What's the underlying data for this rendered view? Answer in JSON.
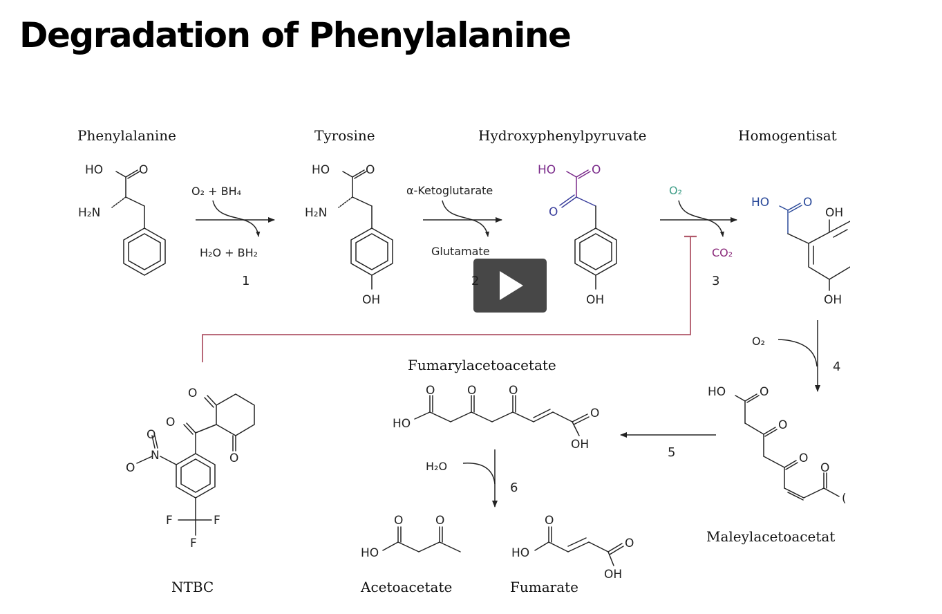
{
  "title": "Degradation of Phenylalanine",
  "compounds": {
    "phenylalanine": "Phenylalanine",
    "tyrosine": "Tyrosine",
    "hydroxyphenylpyruvate": "Hydroxyphenylpyruvate",
    "homogentisate": "Homogentisat",
    "maleylacetoacetate": "Maleylacetoacetat",
    "fumarylacetoacetate": "Fumarylacetoacetate",
    "acetoacetate": "Acetoacetate",
    "fumarate": "Fumarate",
    "ntbc": "NTBC"
  },
  "reactions": {
    "r1": {
      "number": "1",
      "input": "O₂ + BH₄",
      "output": "H₂O + BH₂"
    },
    "r2": {
      "number": "2",
      "input": "α-Ketoglutarate",
      "output": "Glutamate"
    },
    "r3": {
      "number": "3",
      "input": "O₂",
      "output": "CO₂"
    },
    "r4": {
      "number": "4",
      "input": "O₂"
    },
    "r5": {
      "number": "5"
    },
    "r6": {
      "number": "6",
      "input": "H₂O"
    }
  },
  "atoms": {
    "ho": "HO",
    "oh": "OH",
    "o": "O",
    "h2n": "H₂N",
    "n": "N",
    "f": "F",
    "c_cut": "("
  },
  "colors": {
    "inhibition": "#b0586a",
    "keto_blue": "#3b3f9c",
    "acid_purple": "#7a2a8a",
    "oxygen_teal": "#3c9c86",
    "homogentisate_blue": "#2b4a9a",
    "co2_purple": "#8a2a7a"
  },
  "icons": {
    "play": "play-icon"
  }
}
